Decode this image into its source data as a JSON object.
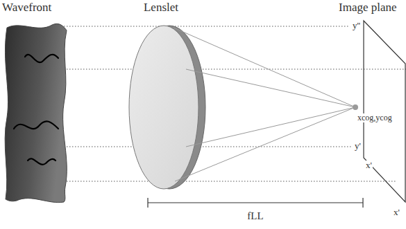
{
  "diagram": {
    "labels": [
      "Wavefront",
      "Lenslet",
      "Image plane",
      "y''",
      "y'",
      "x'",
      "x'",
      "xcog,ycog",
      "fLL"
    ]
  }
}
